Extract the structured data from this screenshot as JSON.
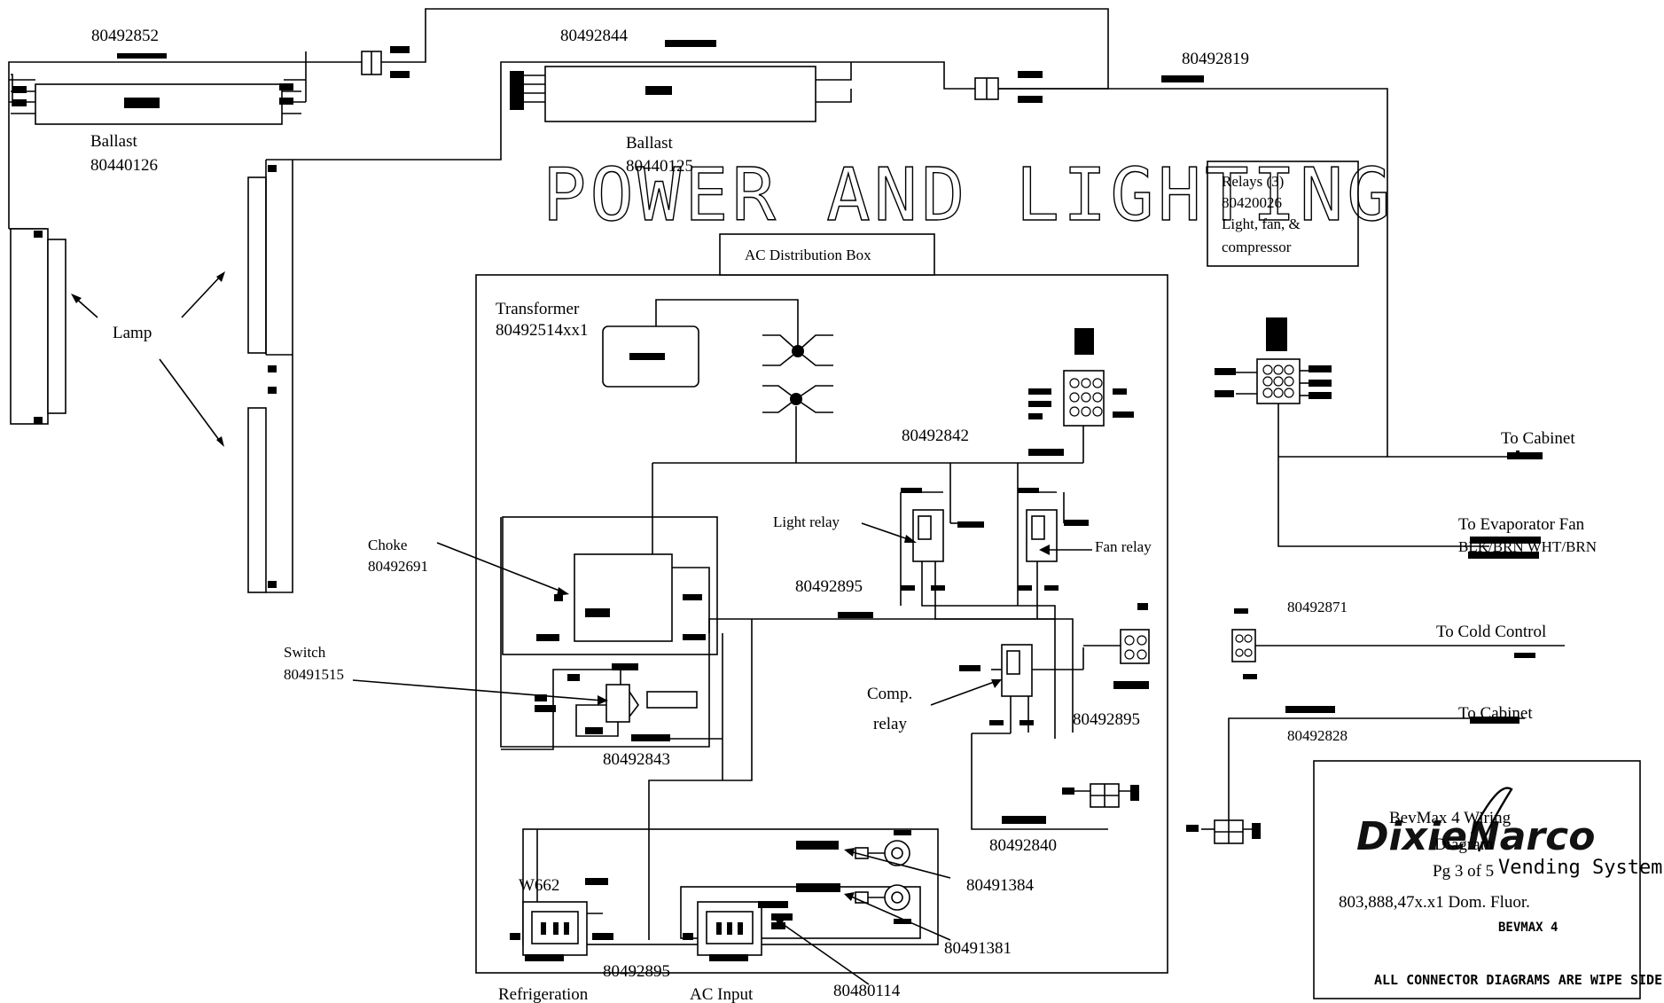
{
  "title": "POWER AND LIGHTING",
  "parts": {
    "harness_top_left": "80492852",
    "harness_top_mid": "80492844",
    "harness_top_right": "80492819",
    "ballast_left_name": "Ballast",
    "ballast_left_pn": "80440126",
    "ballast_mid_name": "Ballast",
    "ballast_mid_pn": "80440125",
    "lamp": "Lamp",
    "ac_dist_box": "AC Distribution Box",
    "transformer_name": "Transformer",
    "transformer_pn": "80492514xx1",
    "relays_line1": "Relays (3)",
    "relays_line2": "80420026",
    "relays_line3": "Light, fan, &",
    "relays_line4": "compressor",
    "harness_relays": "80492842",
    "light_relay": "Light relay",
    "fan_relay": "Fan relay",
    "relay_pn_left": "80492895",
    "relay_pn_right": "80492895",
    "comp_relay_1": "Comp.",
    "comp_relay_2": "relay",
    "choke_name": "Choke",
    "choke_pn": "80492691",
    "switch_name": "Switch",
    "switch_pn": "80491515",
    "harness_switch": "80492843",
    "harness_bottom": "80492840",
    "pn_80491384": "80491384",
    "pn_80491381": "80491381",
    "pn_80480114": "80480114",
    "pn_80492895_bottom": "80492895",
    "w662": "W662",
    "refrigeration": "Refrigeration",
    "ac_input": "AC Input",
    "to_cabinet_1": "To Cabinet",
    "to_evap_fan": "To Evaporator Fan",
    "evap_colors": "BLK/BRN    WHT/BRN",
    "harness_cold": "80492871",
    "to_cold_control": "To Cold Control",
    "to_cabinet_2": "To Cabinet",
    "harness_cabinet2": "80492828"
  },
  "title_block": {
    "logo": "DixieNarco",
    "logo_sub": "Vending System",
    "line1": "BevMax 4 Wiring",
    "line2": "Diagram",
    "line3": "Pg 3 of 5",
    "line4": "803,888,47x.x1 Dom. Fluor.",
    "small1": "BEVMAX 4",
    "small2": "ALL CONNECTOR DIAGRAMS ARE WIPE SIDE"
  }
}
